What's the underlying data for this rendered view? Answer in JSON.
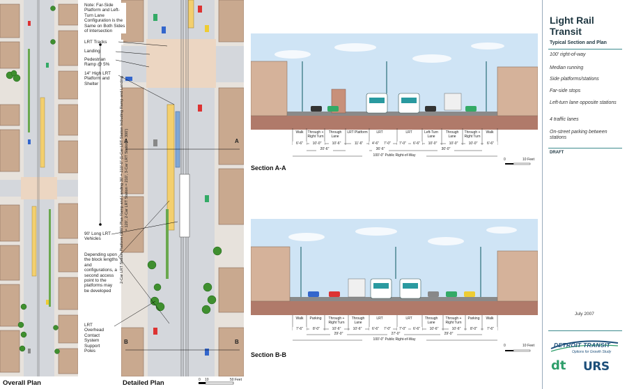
{
  "overall_plan": {
    "title": "Overall Plan"
  },
  "detailed_plan": {
    "title": "Detailed Plan",
    "section_marker_a": "A",
    "section_marker_b": "B",
    "scale_values": [
      "0",
      "10",
      "50 Feet"
    ],
    "annotations": {
      "note": "Note: Far-Side Platform and Left-Turn Lane Configuration is the Same on Both Sides of Intersection",
      "lrt_tracks": "LRT Tracks",
      "landing": "Landing",
      "ramp": "Pedestrian Ramp @ 5%",
      "platform": "14\" High LRT Platform and Shelter",
      "vehicles": "90' Long LRT Vehicles",
      "depending": "Depending upon the block lengths and configurations, a second access point to the platforms may be developed",
      "poles": "LRT Overhead Contact System Support Poles",
      "vertical_note": "2-Car LRT Station Platform (180') Plus Ramp and Landing 30' = 210'-0\" (1-Car LRT Station Including Ramp and Landing = 120', 2-Car LRT Station = 210', 3-Car LRT Station = 300')"
    }
  },
  "section_a": {
    "title": "Section A-A",
    "lanes": [
      "Walk",
      "Through + Right Turn",
      "Through Lane",
      "LRT Platform",
      "LRT",
      "LRT",
      "Left-Turn Lane",
      "Through Lane",
      "Through + Right Turn",
      "Walk"
    ],
    "widths": [
      "6'-6\"",
      "10'-0\"",
      "10'-6\"",
      "11'-6\"",
      "4'-6\"",
      "7'-0\"",
      "7'-0\"",
      "6'-6\"",
      "10'-0\"",
      "10'-0\"",
      "10'-0\"",
      "6'-6\""
    ],
    "subtotals": [
      "20'-6\"",
      "36'-6\"",
      "30'-0\""
    ],
    "row": "100'-0\" Public Right-of-Way",
    "scale_values": [
      "0",
      "10 Feet"
    ]
  },
  "section_b": {
    "title": "Section B-B",
    "lanes": [
      "Walk",
      "Parking",
      "Through + Right Turn",
      "Through Lane",
      "LRT",
      "LRT",
      "Through Lane",
      "Through + Right Turn",
      "Parking",
      "Walk"
    ],
    "widths": [
      "7'-6\"",
      "8'-0\"",
      "10'-6\"",
      "10'-6\"",
      "6'-6\"",
      "7'-0\"",
      "7'-0\"",
      "6'-6\"",
      "10'-6\"",
      "10'-6\"",
      "8'-0\"",
      "7'-6\""
    ],
    "subtotals": [
      "29'-0\"",
      "27'-0\"",
      "29'-0\""
    ],
    "row": "100'-0\" Public Right-of-Way",
    "scale_values": [
      "0",
      "10 Feet"
    ]
  },
  "sidebar": {
    "title_line1": "Light Rail",
    "title_line2": "Transit",
    "subtitle": "Typical Section and Plan",
    "items": [
      "100' right-of-way",
      "Median running",
      "Side platforms/stations",
      "Far-side stops",
      "Left-turn lane opposite stations",
      "4 traffic lanes",
      "On-street parking between stations"
    ],
    "draft": "DRAFT",
    "date": "July 2007",
    "logo_main": "DETROIT TRANSIT",
    "logo_tagline": "Options for Growth Study",
    "logo_dt": "dt",
    "logo_urs": "URS"
  },
  "colors": {
    "building": "#c9a98f",
    "road": "#d4d7dc",
    "landing": "#ecd6c2",
    "platform": "#f3cf6e",
    "ground": "#b07a6a",
    "sky": "#cfe4f5",
    "accent": "#1d3640",
    "brand_green": "#2e9e6a"
  }
}
